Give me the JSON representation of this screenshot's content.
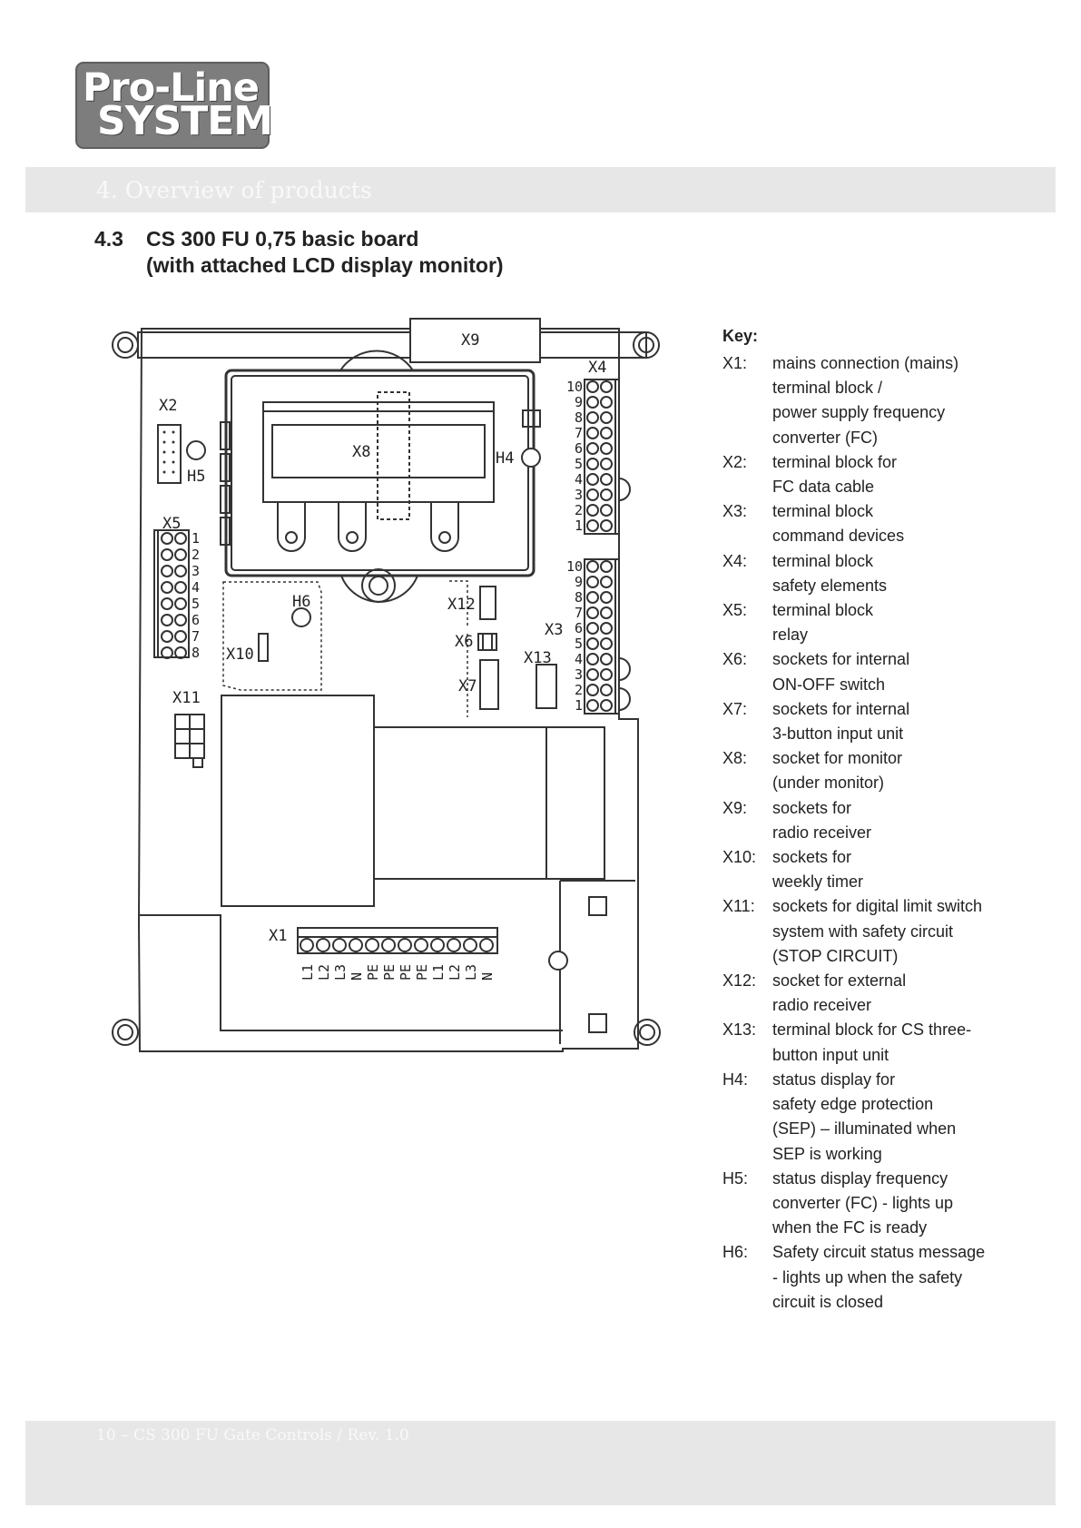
{
  "logo": {
    "line1": "Pro-Line",
    "line2": "SYSTEM"
  },
  "header_band": {
    "text": "4. Overview of products"
  },
  "section": {
    "number": "4.3",
    "title_line1": "CS 300 FU 0,75 basic board",
    "title_line2": "(with attached LCD display monitor)"
  },
  "diagram": {
    "labels": {
      "x1": "X1",
      "x2": "X2",
      "x3": "X3",
      "x4": "X4",
      "x5": "X5",
      "x6": "X6",
      "x7": "X7",
      "x8": "X8",
      "x9": "X9",
      "x10": "X10",
      "x11": "X11",
      "x12": "X12",
      "x13": "X13",
      "h4": "H4",
      "h5": "H5",
      "h6": "H6"
    },
    "x4_pins": [
      "10",
      "9",
      "8",
      "7",
      "6",
      "5",
      "4",
      "3",
      "2",
      "1"
    ],
    "x3_pins": [
      "10",
      "9",
      "8",
      "7",
      "6",
      "5",
      "4",
      "3",
      "2",
      "1"
    ],
    "x5_pins": [
      "1",
      "2",
      "3",
      "4",
      "5",
      "6",
      "7",
      "8"
    ],
    "x1_pins": [
      "L1",
      "L2",
      "L3",
      "N",
      "PE",
      "PE",
      "PE",
      "PE",
      "L1",
      "L2",
      "L3",
      "N"
    ]
  },
  "key": {
    "title": "Key:",
    "items": [
      {
        "code": "X1:",
        "desc": "mains connection (mains)\nterminal block /\npower supply frequency\nconverter (FC)"
      },
      {
        "code": "X2:",
        "desc": "terminal block for\nFC data cable"
      },
      {
        "code": "X3:",
        "desc": "terminal block\ncommand devices"
      },
      {
        "code": "X4:",
        "desc": "terminal block\nsafety elements"
      },
      {
        "code": "X5:",
        "desc": "terminal block\nrelay"
      },
      {
        "code": "X6:",
        "desc": "sockets for internal\nON-OFF switch"
      },
      {
        "code": "X7:",
        "desc": "sockets for internal\n3-button input unit"
      },
      {
        "code": "X8:",
        "desc": "socket for monitor\n(under monitor)"
      },
      {
        "code": "X9:",
        "desc": "sockets for\nradio receiver"
      },
      {
        "code": "X10:",
        "desc": "sockets for\nweekly timer"
      },
      {
        "code": "X11:",
        "desc": "sockets for digital limit switch\nsystem with safety circuit\n(STOP CIRCUIT)"
      },
      {
        "code": "X12:",
        "desc": "socket for external\nradio receiver"
      },
      {
        "code": "X13:",
        "desc": "terminal block for CS three-\nbutton input unit"
      },
      {
        "code": "H4:",
        "desc": "status display for\nsafety edge protection\n(SEP) – illuminated when\nSEP is working"
      },
      {
        "code": "H5:",
        "desc": "status display frequency\nconverter (FC) - lights up\nwhen the FC is ready"
      },
      {
        "code": "H6:",
        "desc": "Safety circuit status message\n- lights up when the safety\ncircuit is closed"
      }
    ]
  },
  "footer_band": {
    "text": "10 – CS 300 FU Gate Controls / Rev. 1.0"
  }
}
